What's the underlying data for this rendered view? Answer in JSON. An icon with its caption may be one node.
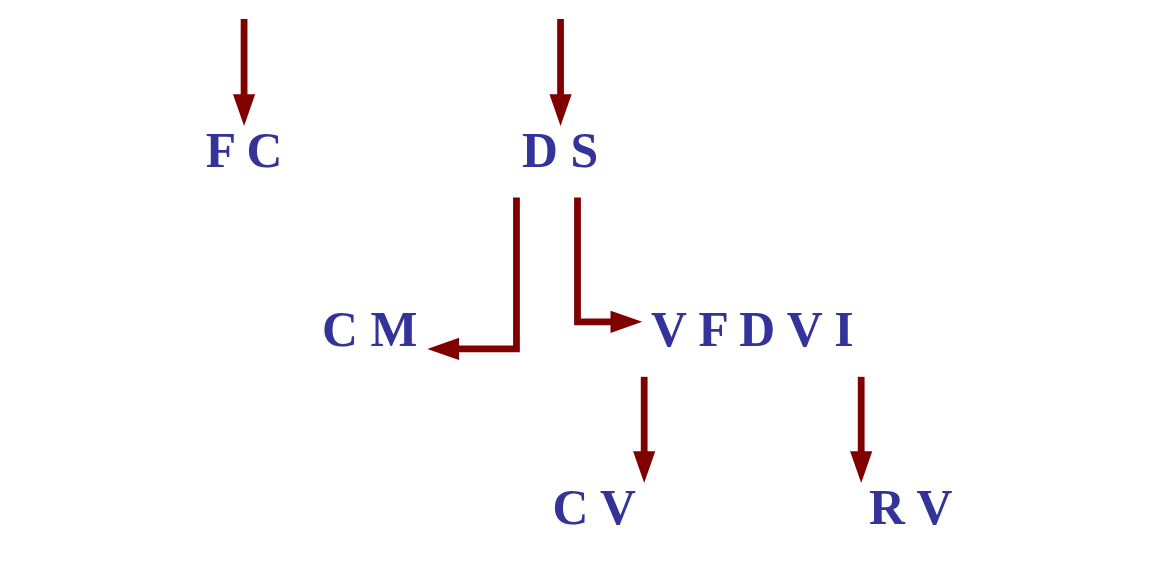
{
  "diagram": {
    "nodes": [
      {
        "text": [
          "F C"
        ]
      },
      {
        "text": [
          "D S"
        ]
      },
      {
        "text": [
          "C M"
        ]
      },
      {
        "text": [
          "V F D V I"
        ]
      },
      {
        "text": [
          "C V"
        ]
      },
      {
        "text": [
          "R V"
        ]
      }
    ],
    "edges": [
      {
        "from": null,
        "to": 0,
        "arrow": "to"
      },
      {
        "from": null,
        "to": 1,
        "arrow": "to"
      },
      {
        "from": 1,
        "to": 2,
        "arrow": "to"
      },
      {
        "from": 1,
        "to": 3,
        "arrow": "to"
      },
      {
        "from": 3,
        "to": 4,
        "arrow": "to"
      },
      {
        "from": 3,
        "to": 5,
        "arrow": "to"
      }
    ]
  }
}
